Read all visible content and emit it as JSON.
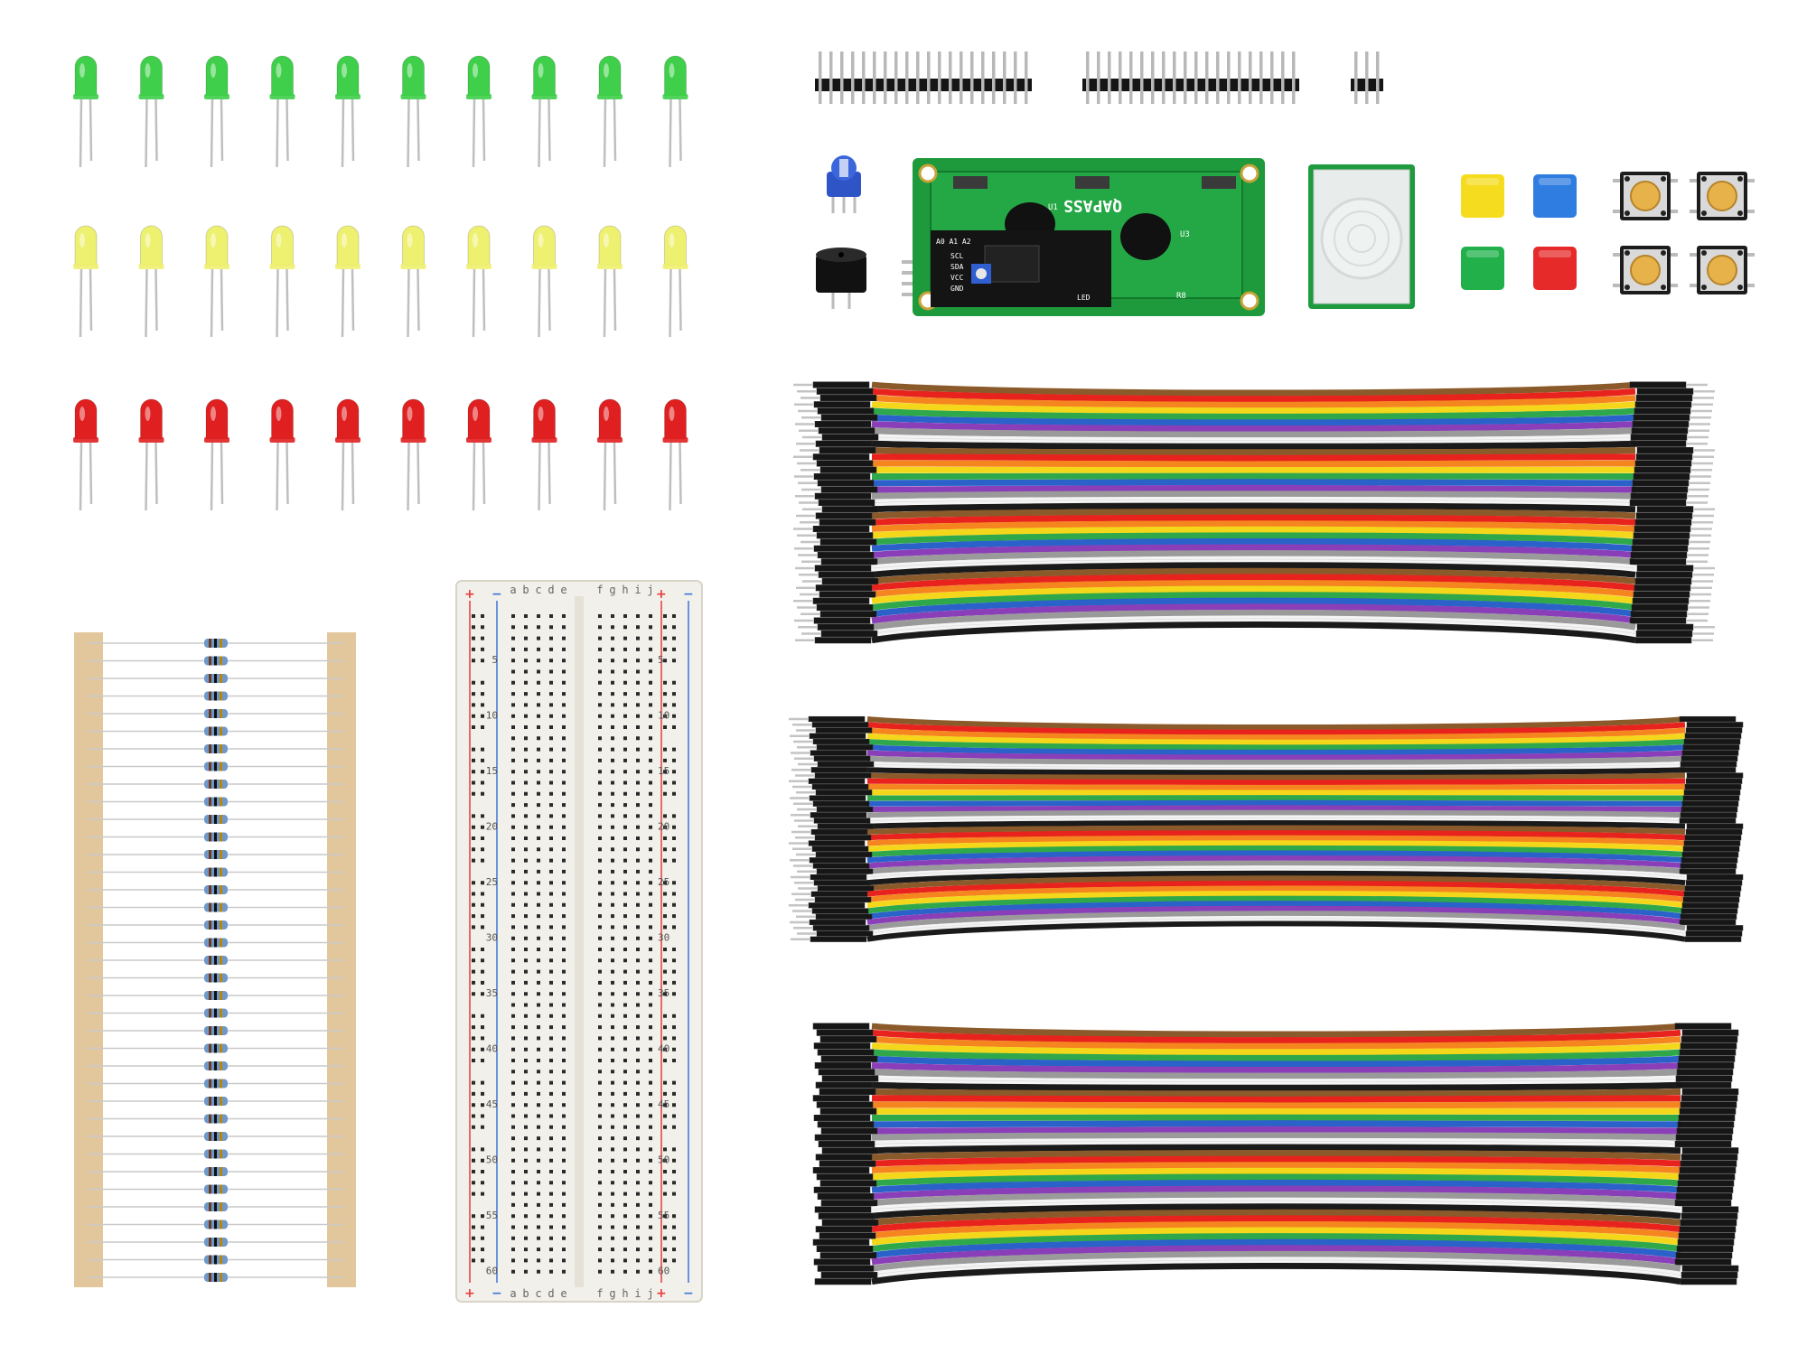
{
  "photo": {
    "leds": {
      "rows": [
        {
          "color": "green",
          "body": "#3fcf4a",
          "count": 10
        },
        {
          "color": "yellow",
          "body": "#eef070",
          "count": 10
        },
        {
          "color": "red",
          "body": "#e02020",
          "count": 10
        }
      ]
    },
    "wire_colors": [
      "#8b5a2b",
      "#e8231e",
      "#f5851f",
      "#f4d71b",
      "#2ea84a",
      "#2a62c9",
      "#8a3fb8",
      "#9a9a9a",
      "#f4f4f4",
      "#1a1a1a"
    ],
    "breadboard": {
      "column_letters_left": [
        "a",
        "b",
        "c",
        "d",
        "e"
      ],
      "column_letters_right": [
        "f",
        "g",
        "h",
        "i",
        "j"
      ],
      "row_numbers": [
        "5",
        "10",
        "15",
        "20",
        "25",
        "30",
        "35",
        "40",
        "45",
        "50",
        "55",
        "60"
      ],
      "plus": "+",
      "minus": "−"
    },
    "lcd_module": {
      "brand": "QAPASS",
      "pins": [
        "GND",
        "VCC",
        "SDA",
        "SCL"
      ],
      "labels": [
        "LED",
        "A0 A1 A2",
        "U1",
        "U3",
        "R8"
      ]
    },
    "buttons": {
      "caps": [
        "#f5dc1e",
        "#2f7de0",
        "#21b04a",
        "#e62a2a"
      ],
      "tactile_count": 4
    }
  }
}
